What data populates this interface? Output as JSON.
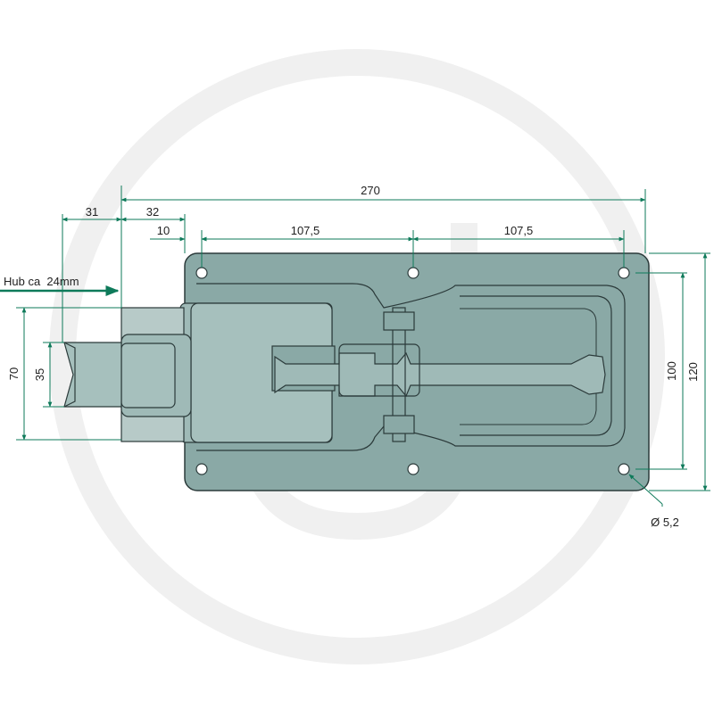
{
  "labels": {
    "stroke": "Hub ca  24mm",
    "hole": "Ø 5,2"
  },
  "dims": {
    "overall_length": "270",
    "bolt_extension": "31",
    "bolt_housing": "32",
    "edge_to_hole": "10",
    "hole_pitch_left": "107,5",
    "hole_pitch_right": "107,5",
    "bolt_height_outer": "70",
    "bolt_height_inner": "35",
    "hole_spacing_vertical": "100",
    "plate_height": "120"
  },
  "colors": {
    "dimension": "#0e7a5a",
    "plate": "#8aa9a6",
    "plate_light": "#9fbab7",
    "outline": "#2b3a3a",
    "watermark": "#eeeeee"
  }
}
